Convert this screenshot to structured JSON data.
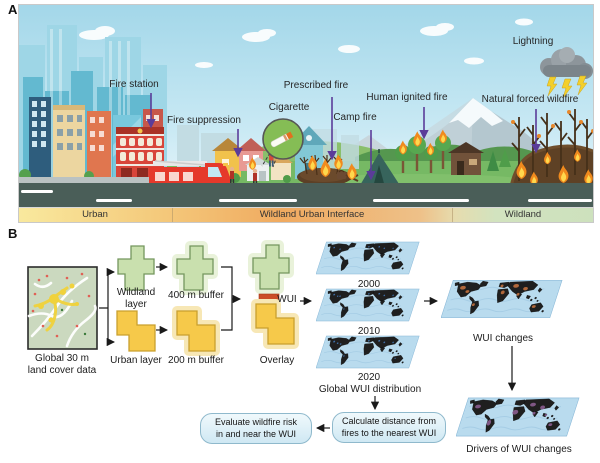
{
  "figure": {
    "panel_a_label": "A",
    "panel_b_label": "B"
  },
  "panel_a": {
    "labels": {
      "fire_station": "Fire station",
      "fire_suppression": "Fire suppression",
      "cigarette": "Cigarette",
      "prescribed_fire": "Prescribed fire",
      "camp_fire": "Camp fire",
      "human_ignited_fire": "Human ignited fire",
      "lightning": "Lightning",
      "natural_forced_wildfire": "Natural forced wildfire"
    },
    "zone_bar": {
      "urban": "Urban",
      "wui": "Wildland Urban Interface",
      "wildland": "Wildland"
    }
  },
  "panel_b": {
    "land_cover": {
      "line1": "Global 30 m",
      "line2": "land cover data"
    },
    "wildland_layer": {
      "line1": "Wildland",
      "line2": "layer"
    },
    "urban_layer": "Urban layer",
    "buffer_400": "400 m buffer",
    "buffer_200": "200 m buffer",
    "overlay": "Overlay",
    "wui": "WUI",
    "years": {
      "y2000": "2000",
      "y2010": "2010",
      "y2020": "2020"
    },
    "global_wui_distribution": "Global WUI distribution",
    "wui_changes": "WUI changes",
    "drivers": "Drivers of WUI changes",
    "calculate_box": {
      "line1": "Calculate distance from",
      "line2": "fires to the nearest WUI"
    },
    "evaluate_box": {
      "line1": "Evaluate wildfire risk",
      "line2": "in and near the WUI"
    }
  },
  "colors": {
    "label_line_purple": "#5b3c99",
    "road": "#4a5e58",
    "urban_zone": "#f4ca7c",
    "wui_zone": "#f0aa60",
    "wildland_zone": "#cde1bd",
    "wildland_shape": "#c9e0ae",
    "urban_shape": "#f6c94a",
    "wui_strip": "#cb4e28",
    "map_ocean": "#b9dbee",
    "flow_box_fill": "#d8ecf6"
  }
}
